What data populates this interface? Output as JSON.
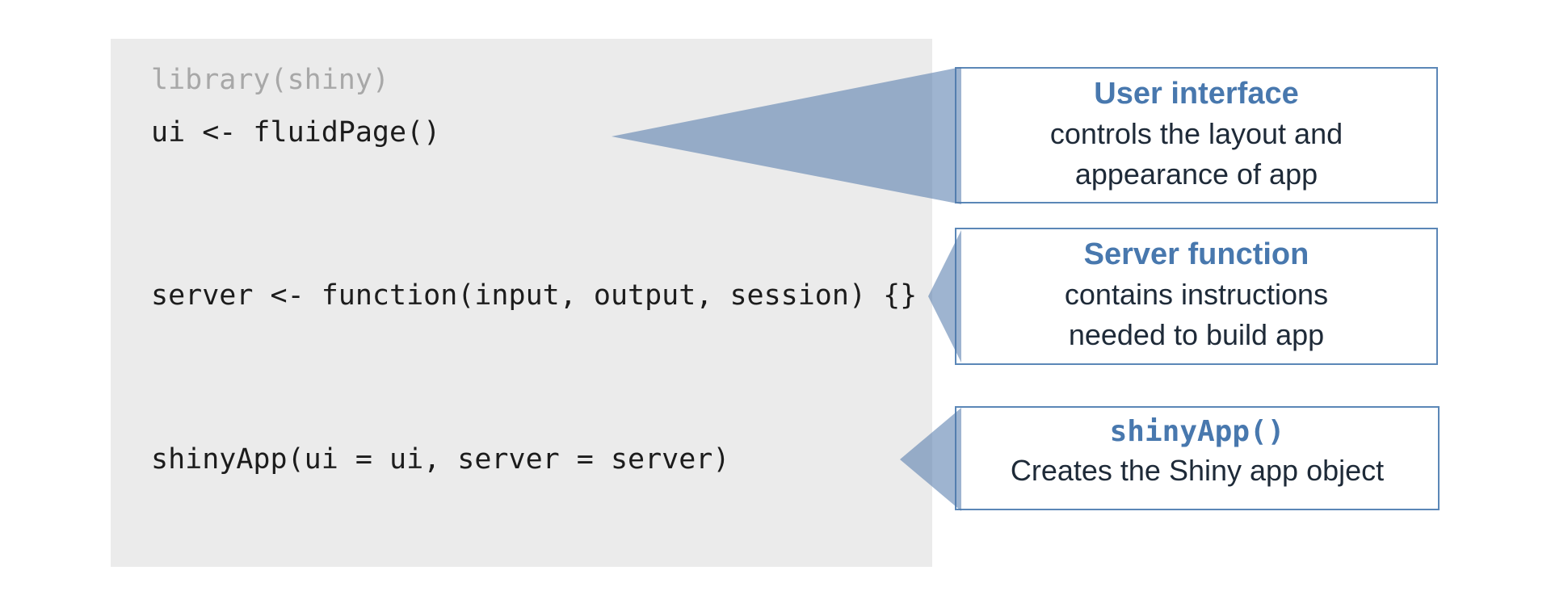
{
  "colors": {
    "page-bg": "#ffffff",
    "code-bg": "#ebebeb",
    "code-text": "#1c1c1c",
    "code-muted": "#a8a8a8",
    "box-border": "#5b87b7",
    "accent": "#4878ae",
    "body-text": "#1e2a38",
    "arrow-fill": "rgba(79,118,169,0.55)"
  },
  "code_block": {
    "lines": [
      "library(shiny)",
      "ui <- fluidPage()",
      "server <- function(input, output, session) {}",
      "shinyApp(ui = ui, server = server)"
    ]
  },
  "callouts": [
    {
      "title": "User interface",
      "body": [
        "controls the layout and",
        "appearance of app"
      ]
    },
    {
      "title": "Server function",
      "body": [
        "contains instructions",
        "needed to build app"
      ]
    },
    {
      "title": "shinyApp()",
      "body": [
        "Creates the Shiny app object"
      ]
    }
  ]
}
